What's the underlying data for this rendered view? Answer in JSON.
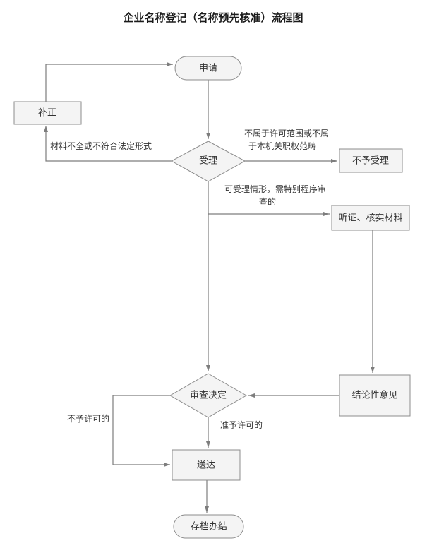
{
  "title": "企业名称登记（名称预先核准）流程图",
  "flowchart": {
    "nodes": {
      "apply": {
        "label": "申请",
        "type": "terminator"
      },
      "correction": {
        "label": "补正",
        "type": "process"
      },
      "accept": {
        "label": "受理",
        "type": "decision"
      },
      "not_accept": {
        "label": "不予受理",
        "type": "process"
      },
      "hearing": {
        "label": "听证、核实材料",
        "type": "process"
      },
      "review": {
        "label": "审查决定",
        "type": "decision"
      },
      "conclusion": {
        "label": "结论性意见",
        "type": "process"
      },
      "delivery": {
        "label": "送达",
        "type": "process"
      },
      "archive": {
        "label": "存档办结",
        "type": "terminator"
      }
    },
    "edge_labels": {
      "incomplete": "材料不全或不符合法定形式",
      "out_of_scope_line1": "不属于许可范围或不属",
      "out_of_scope_line2": "于本机关职权范畴",
      "special_review_line1": "可受理情形，需特别程序审",
      "special_review_line2": "查的",
      "not_permitted": "不予许可的",
      "permitted": "准予许可的"
    },
    "colors": {
      "node_fill": "#f4f4f4",
      "node_stroke": "#8c8c8c",
      "edge_stroke": "#7d7d7d",
      "text": "#333333"
    }
  }
}
